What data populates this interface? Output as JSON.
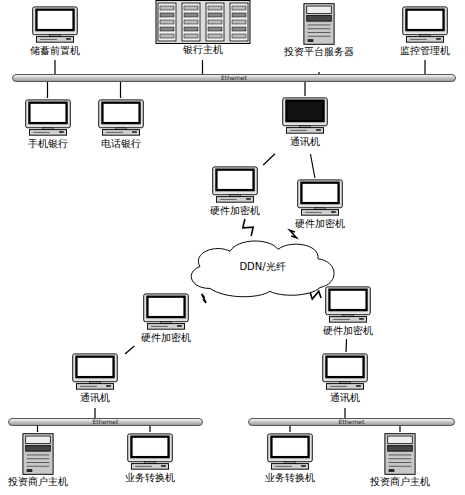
{
  "diagram": {
    "nodes": [
      {
        "text": [
          "储蓄前置机"
        ]
      },
      {
        "text": [
          "银行主机"
        ]
      },
      {
        "text": [
          "投资平台服务器"
        ]
      },
      {
        "text": [
          "监控管理机"
        ]
      },
      {
        "text": [
          "Ethernet"
        ]
      },
      {
        "text": [
          "手机银行"
        ]
      },
      {
        "text": [
          "电话银行"
        ]
      },
      {
        "text": [
          "通讯机"
        ]
      },
      {
        "text": [
          "硬件加密机"
        ]
      },
      {
        "text": [
          "硬件加密机"
        ]
      },
      {
        "text": [
          "DDN/光纤"
        ]
      },
      {
        "text": [
          "硬件加密机"
        ]
      },
      {
        "text": [
          "硬件加密机"
        ]
      },
      {
        "text": [
          "通讯机"
        ]
      },
      {
        "text": [
          "通讯机"
        ]
      },
      {
        "text": [
          "Ethernet"
        ]
      },
      {
        "text": [
          "Ethernet"
        ]
      },
      {
        "text": [
          "投资商户主机"
        ]
      },
      {
        "text": [
          "业务转换机"
        ]
      },
      {
        "text": [
          "业务转换机"
        ]
      },
      {
        "text": [
          "投资商户主机"
        ]
      }
    ],
    "edges": [
      {
        "from": 0,
        "to": 4,
        "arrow": "none"
      },
      {
        "from": 1,
        "to": 4,
        "arrow": "none"
      },
      {
        "from": 2,
        "to": 4,
        "arrow": "none"
      },
      {
        "from": 3,
        "to": 4,
        "arrow": "none"
      },
      {
        "from": 5,
        "to": 4,
        "arrow": "none"
      },
      {
        "from": 6,
        "to": 4,
        "arrow": "none"
      },
      {
        "from": 7,
        "to": 4,
        "arrow": "none"
      },
      {
        "from": 7,
        "to": 8,
        "arrow": "none"
      },
      {
        "from": 7,
        "to": 9,
        "arrow": "none"
      },
      {
        "from": 8,
        "to": 10,
        "arrow": "none"
      },
      {
        "from": 9,
        "to": 10,
        "arrow": "none"
      },
      {
        "from": 11,
        "to": 10,
        "arrow": "none"
      },
      {
        "from": 12,
        "to": 10,
        "arrow": "none"
      },
      {
        "from": 11,
        "to": 13,
        "arrow": "none"
      },
      {
        "from": 12,
        "to": 14,
        "arrow": "none"
      },
      {
        "from": 13,
        "to": 15,
        "arrow": "none"
      },
      {
        "from": 14,
        "to": 16,
        "arrow": "none"
      },
      {
        "from": 17,
        "to": 15,
        "arrow": "none"
      },
      {
        "from": 18,
        "to": 15,
        "arrow": "none"
      },
      {
        "from": 19,
        "to": 16,
        "arrow": "none"
      },
      {
        "from": 20,
        "to": 16,
        "arrow": "none"
      }
    ]
  }
}
